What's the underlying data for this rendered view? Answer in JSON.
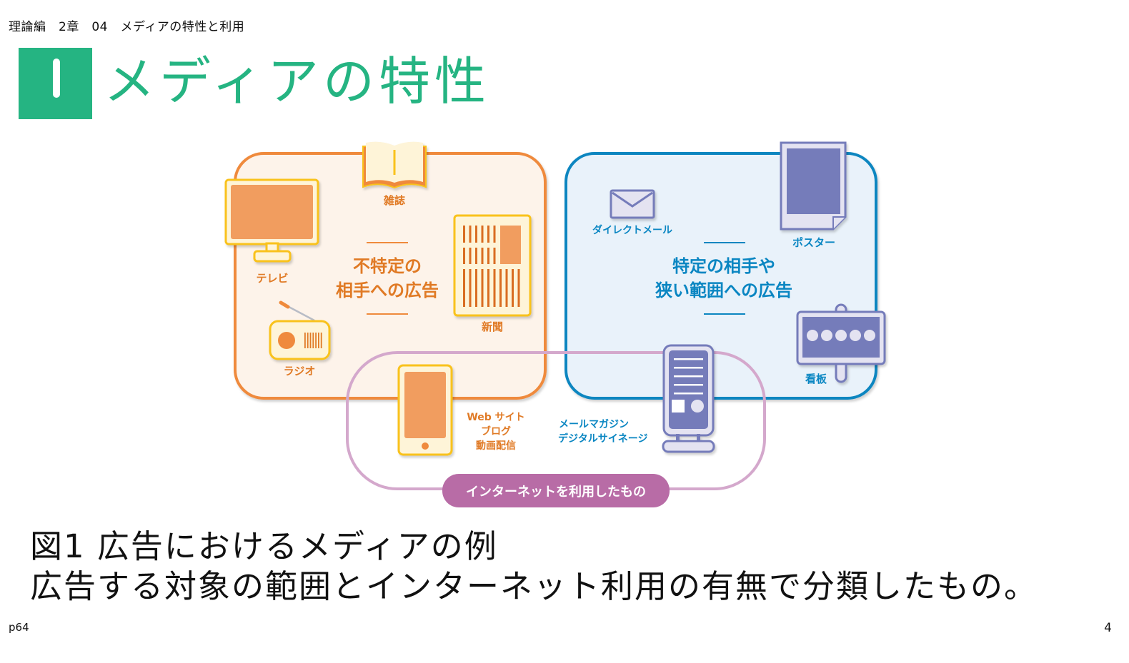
{
  "header": {
    "breadcrumb": "理論編　2章　04　メディアの特性と利用",
    "section_number": "1",
    "title": "メディアの特性"
  },
  "diagram": {
    "colors": {
      "orange": "#ef8a3c",
      "orange_fill": "#fdf3ea",
      "orange_text": "#e07a25",
      "blue": "#0b86c0",
      "blue_fill": "#e9f2fa",
      "blue_text": "#0a86c2",
      "purple_ring": "#d4a8cc",
      "purple_badge": "#b86ca6",
      "yellow_border": "#f9c21a",
      "icon_cream": "#fef4d8",
      "icon_orange": "#f19d5e",
      "icon_violet": "#757bba",
      "icon_lavender": "#e4e3f1"
    },
    "left_group": {
      "label_line1": "不特定の",
      "label_line2": "相手への広告",
      "items": [
        {
          "icon": "tv-icon",
          "label": "テレビ"
        },
        {
          "icon": "magazine-icon",
          "label": "雑誌"
        },
        {
          "icon": "newspaper-icon",
          "label": "新聞"
        },
        {
          "icon": "radio-icon",
          "label": "ラジオ"
        }
      ]
    },
    "right_group": {
      "label_line1": "特定の相手や",
      "label_line2": "狭い範囲への広告",
      "items": [
        {
          "icon": "mail-icon",
          "label": "ダイレクトメール"
        },
        {
          "icon": "poster-icon",
          "label": "ポスター"
        },
        {
          "icon": "signboard-icon",
          "label": "看板"
        }
      ]
    },
    "internet_group": {
      "badge": "インターネットを利用したもの",
      "smartphone_labels": [
        "Web サイト",
        "ブログ",
        "動画配信"
      ],
      "signage_labels": [
        "メールマガジン",
        "デジタルサイネージ"
      ]
    }
  },
  "caption": {
    "line1": "図1 広告におけるメディアの例",
    "line2": "広告する対象の範囲とインターネット利用の有無で分類したもの。"
  },
  "footer": {
    "page_ref": "p64",
    "slide_number": "4"
  }
}
